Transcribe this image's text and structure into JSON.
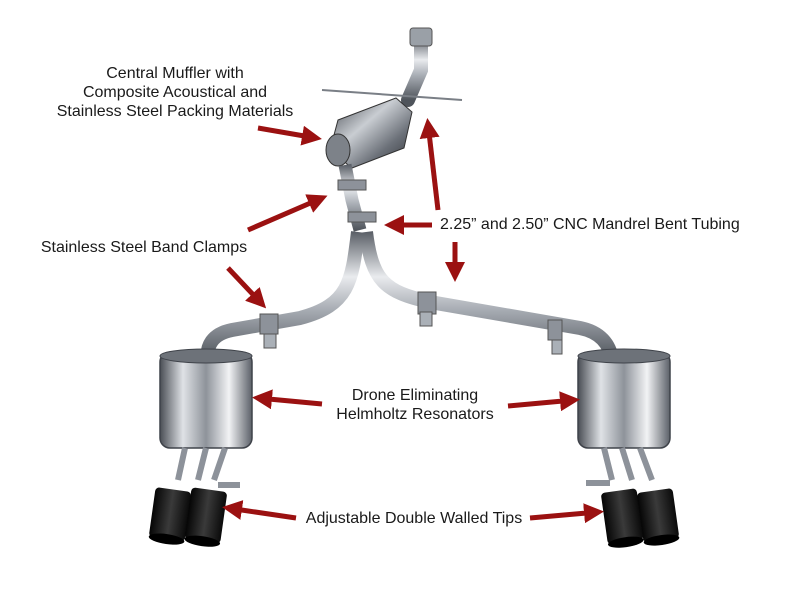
{
  "labels": {
    "central_muffler": [
      "Central Muffler with",
      "Composite Acoustical and",
      "Stainless Steel Packing Materials"
    ],
    "band_clamps": "Stainless Steel Band Clamps",
    "tubing": "2.25” and 2.50” CNC Mandrel Bent Tubing",
    "resonators": [
      "Drone Eliminating",
      "Helmholtz Resonators"
    ],
    "tips": "Adjustable Double Walled Tips"
  },
  "colors": {
    "arrow": "#9b1111",
    "steel_light": "#e9ebee",
    "steel_mid": "#a9aeb5",
    "steel_dark": "#5b6068",
    "tip_black": "#111111",
    "text": "#1a1a1a"
  },
  "icons": {
    "callout": "arrow-icon"
  }
}
